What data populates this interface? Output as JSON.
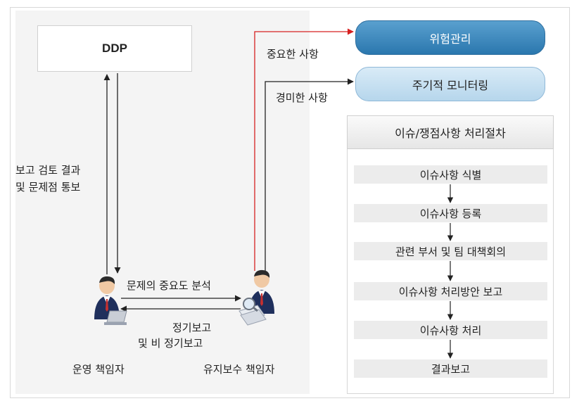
{
  "ddp": {
    "label": "DDP"
  },
  "left_text": {
    "report_line1": "보고 검토 결과",
    "report_line2": "및 문제점 통보",
    "analysis": "문제의 중요도 분석",
    "regular_line1": "정기보고",
    "regular_line2": "및 비 정기보고",
    "operator": "운영 책임자",
    "maintainer": "유지보수 책임자"
  },
  "branches": {
    "important": "중요한 사항",
    "minor": "경미한 사항"
  },
  "outcomes": {
    "risk_management": "위험관리",
    "periodic_monitoring": "주기적 모니터링"
  },
  "procedure": {
    "title": "이슈/쟁점사항 처리절차",
    "steps": [
      "이슈사항 식별",
      "이슈사항 등록",
      "관련 부서 및 팀 대책회의",
      "이슈사항 처리방안 보고",
      "이슈사항 처리",
      "결과보고"
    ]
  },
  "colors": {
    "important_arrow": "#d62020",
    "risk_pill": "#2a77ae",
    "monitor_pill": "#c7e1f2"
  }
}
